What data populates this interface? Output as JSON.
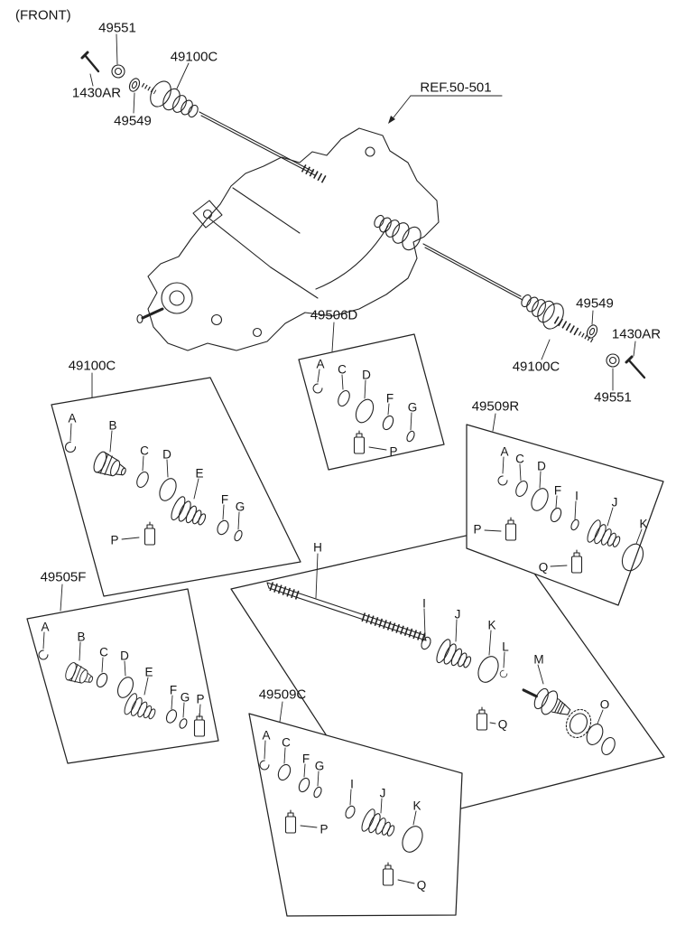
{
  "front_label": "(FRONT)",
  "ref_label": "REF.50-501",
  "colors": {
    "ink": "#232323",
    "background": "#ffffff"
  },
  "labels": {
    "tl_nut": "49551",
    "tl_bolt": "1430AR",
    "tl_washer": "49549",
    "tl_joint": "49100C",
    "r_washer": "49549",
    "r_bolt": "1430AR",
    "r_joint": "49100C",
    "r_nut": "49551"
  },
  "boxes": {
    "b49506d": {
      "title": "49506D",
      "letters": {
        "a": "A",
        "c": "C",
        "d": "D",
        "f": "F",
        "g": "G",
        "p": "P"
      }
    },
    "b49509r": {
      "title": "49509R",
      "letters": {
        "a": "A",
        "c": "C",
        "d": "D",
        "f": "F",
        "i": "I",
        "j": "J",
        "k": "K",
        "p": "P",
        "q": "Q"
      }
    },
    "b49100c": {
      "title": "49100C",
      "letters": {
        "a": "A",
        "b": "B",
        "c": "C",
        "d": "D",
        "e": "E",
        "f": "F",
        "g": "G",
        "p": "P"
      }
    },
    "b49505f": {
      "title": "49505F",
      "letters": {
        "a": "A",
        "b": "B",
        "c": "C",
        "d": "D",
        "e": "E",
        "f": "F",
        "g": "G",
        "p": "P"
      }
    },
    "b49509c": {
      "title": "49509C",
      "letters": {
        "a": "A",
        "c": "C",
        "f": "F",
        "g": "G",
        "i": "I",
        "j": "J",
        "k": "K",
        "p": "P",
        "q": "Q"
      }
    }
  },
  "central": {
    "letters": {
      "h": "H",
      "i": "I",
      "j": "J",
      "k": "K",
      "l": "L",
      "m": "M",
      "o": "O",
      "q": "Q"
    }
  }
}
